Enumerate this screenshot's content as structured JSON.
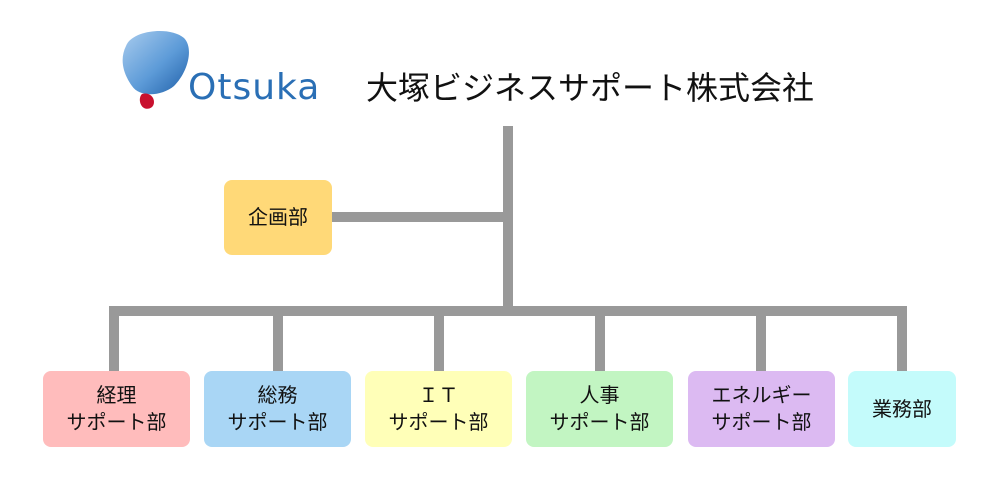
{
  "logo": {
    "text": "Otsuka",
    "icon": "otsuka-logo-icon",
    "colors": {
      "blob": "#3f85c9",
      "dot": "#c8102e",
      "text": "#2a6fb5"
    }
  },
  "company": {
    "name": "大塚ビジネスサポート株式会社"
  },
  "planning": {
    "name": "企画部",
    "color": "#ffd978"
  },
  "departments": [
    {
      "line1": "経理",
      "line2": "サポート部",
      "color": "#ffbcbc"
    },
    {
      "line1": "総務",
      "line2": "サポート部",
      "color": "#a9d6f5"
    },
    {
      "line1": "ＩＴ",
      "line2": "サポート部",
      "color": "#ffffb8"
    },
    {
      "line1": "人事",
      "line2": "サポート部",
      "color": "#c2f5c2"
    },
    {
      "line1": "エネルギー",
      "line2": "サポート部",
      "color": "#dcbaf2"
    },
    {
      "line1": "業務部",
      "color": "#c4fbfb"
    }
  ],
  "connector_color": "#999999"
}
